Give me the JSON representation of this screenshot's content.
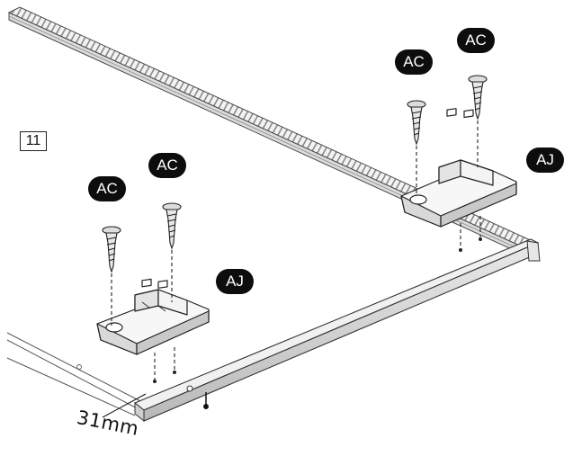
{
  "step": {
    "number": "11"
  },
  "labels": {
    "left_screw_1": "AC",
    "left_screw_2": "AC",
    "left_bracket": "AJ",
    "right_screw_1": "AC",
    "right_screw_2": "AC",
    "right_bracket": "AJ"
  },
  "dimension": {
    "value": "31mm"
  }
}
